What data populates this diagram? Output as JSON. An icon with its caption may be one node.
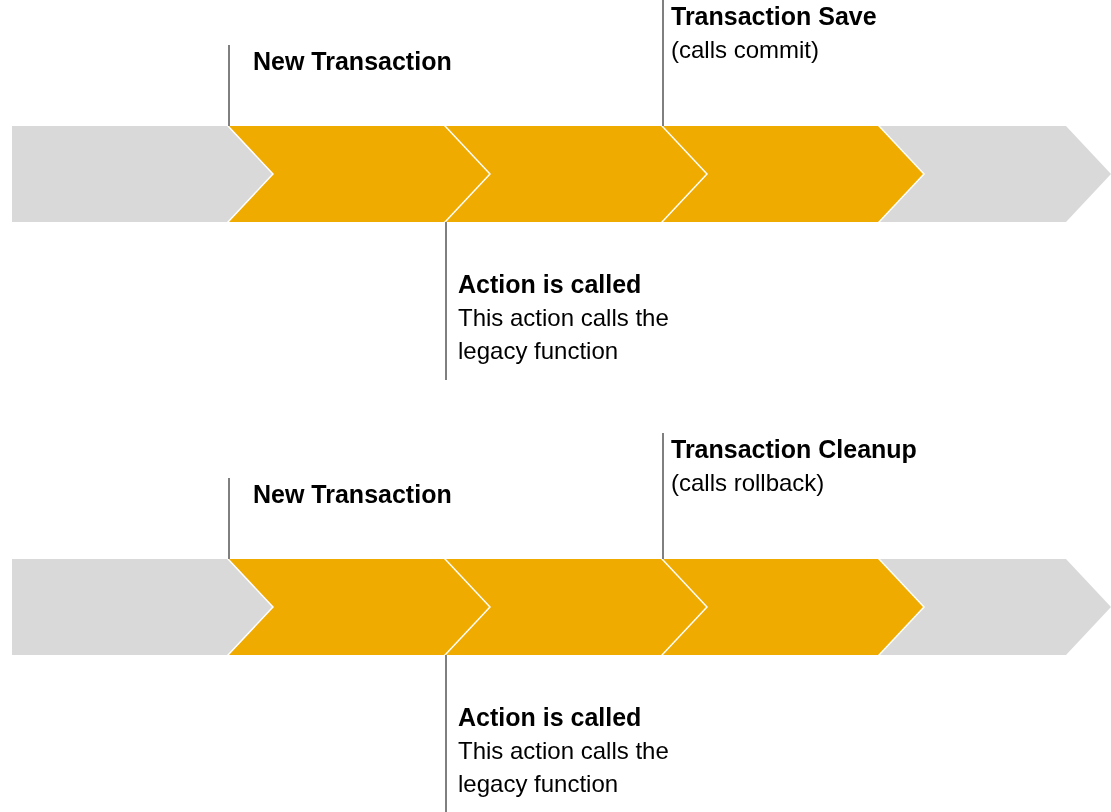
{
  "diagram": {
    "nodes": [
      {
        "text": [
          "Transaction Save",
          "(calls commit)"
        ]
      },
      {
        "text": [
          "New Transaction"
        ]
      },
      {
        "text": [],
        "shape": "chevron"
      },
      {
        "text": [],
        "shape": "chevron"
      },
      {
        "text": [],
        "shape": "chevron"
      },
      {
        "text": [],
        "shape": "chevron"
      },
      {
        "text": [],
        "shape": "chevron"
      },
      {
        "text": [
          "Action is called",
          "This action calls the legacy function"
        ]
      },
      {
        "text": [
          "Transaction Cleanup",
          "(calls rollback)"
        ]
      },
      {
        "text": [
          "New Transaction"
        ]
      },
      {
        "text": [],
        "shape": "chevron"
      },
      {
        "text": [],
        "shape": "chevron"
      },
      {
        "text": [],
        "shape": "chevron"
      },
      {
        "text": [],
        "shape": "chevron"
      },
      {
        "text": [],
        "shape": "chevron"
      },
      {
        "text": [
          "Action is called",
          "This action calls the legacy function"
        ]
      }
    ],
    "edges": [
      {
        "from": 1,
        "to": 3,
        "arrow": "none"
      },
      {
        "from": 0,
        "to": 5,
        "arrow": "none"
      },
      {
        "from": 7,
        "to": 4,
        "arrow": "none"
      },
      {
        "from": 9,
        "to": 11,
        "arrow": "none"
      },
      {
        "from": 8,
        "to": 13,
        "arrow": "none"
      },
      {
        "from": 15,
        "to": 12,
        "arrow": "none"
      }
    ]
  }
}
